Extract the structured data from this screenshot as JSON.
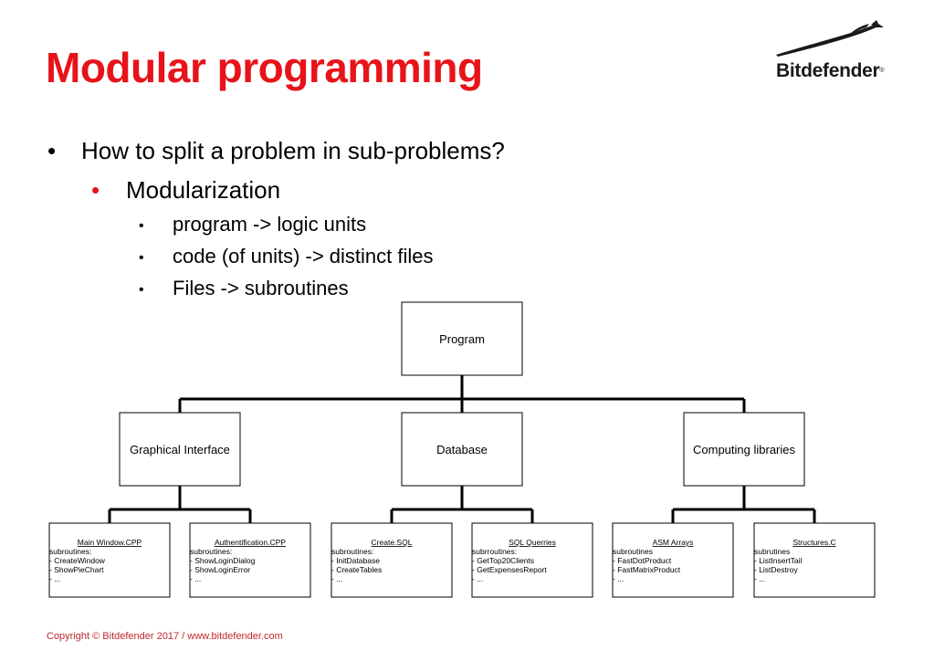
{
  "slide": {
    "title": "Modular programming",
    "logo_text": "Bitdefender",
    "logo_reg": "®",
    "bullets": {
      "level1": "How to split a problem in sub-problems?",
      "level2": "Modularization",
      "level3": [
        "program -> logic units",
        "code (of units) -> distinct files",
        "Files -> subroutines"
      ]
    },
    "bullet_glyph": "•",
    "copyright": "Copyright © Bitdefender 2017 / www.bitdefender.com"
  },
  "diagram": {
    "root": "Program",
    "groups": [
      {
        "label": "Graphical Interface",
        "leaves": [
          {
            "title": "Main Window.CPP",
            "lines": [
              "subroutines:",
              "- CreateWindow",
              "- ShowPieChart",
              "- ..."
            ]
          },
          {
            "title": "Authentification.CPP",
            "lines": [
              "subroutines:",
              "- ShowLoginDialog",
              "- ShowLoginError",
              "- ..."
            ]
          }
        ]
      },
      {
        "label": "Database",
        "leaves": [
          {
            "title": "Create.SQL",
            "lines": [
              "subroutines:",
              "- InitDatabase",
              "- CreateTables",
              "- ..."
            ]
          },
          {
            "title": "SQL Querries",
            "lines": [
              "subrroutines:",
              "- GetTop20Clients",
              "- GetExpensesReport",
              "- ..."
            ]
          }
        ]
      },
      {
        "label": "Computing libraries",
        "leaves": [
          {
            "title": "ASM Arrays",
            "lines": [
              "subroutines",
              "- FastDotProduct",
              "- FastMatrixProduct",
              "- ..."
            ]
          },
          {
            "title": "Structures.C",
            "lines": [
              "subrutines",
              "- ListInsertTail",
              "- ListDestroy",
              "- ..."
            ]
          }
        ]
      }
    ]
  },
  "colors": {
    "title": "#e8131a",
    "accent_bullet": "#e8131a",
    "copyright": "#c0282e",
    "lines": "#000000"
  }
}
